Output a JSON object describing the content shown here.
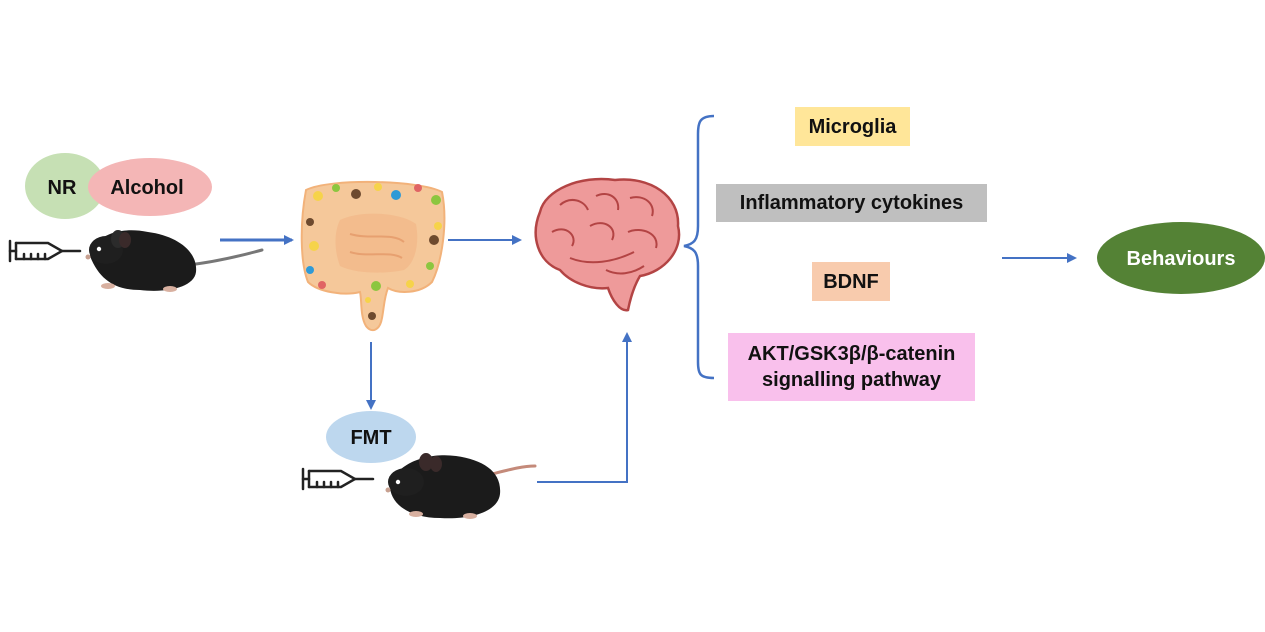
{
  "nodes": {
    "nr": "NR",
    "alcohol": "Alcohol",
    "fmt": "FMT",
    "behaviours": "Behaviours"
  },
  "outcomes": {
    "microglia": "Microglia",
    "cytokines": "Inflammatory cytokines",
    "bdnf": "BDNF",
    "pathway_line1": "AKT/GSK3β/β-catenin",
    "pathway_line2": "signalling pathway"
  },
  "colors": {
    "nr": "#c6e0b4",
    "alcohol": "#f4b6b6",
    "fmt": "#bdd7ee",
    "behaviours": "#548235",
    "microglia": "#ffe699",
    "cytokines": "#bfbfbf",
    "bdnf": "#f8cbad",
    "pathway": "#f9c0ec",
    "arrow": "#4472c4"
  },
  "icons": [
    "syringe-icon",
    "mouse-icon",
    "intestine-icon",
    "brain-icon"
  ]
}
